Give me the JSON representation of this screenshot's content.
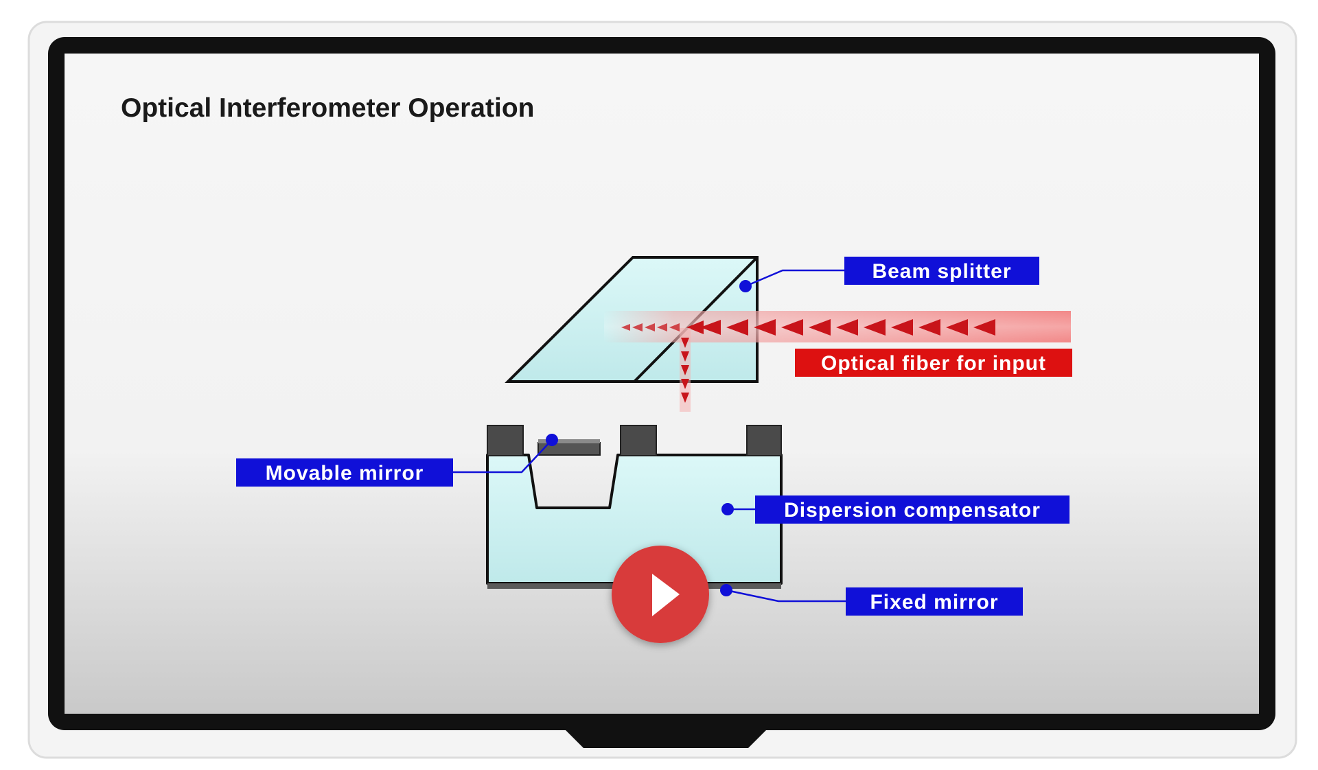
{
  "slide": {
    "title": "Optical Interferometer Operation"
  },
  "labels": {
    "beam_splitter": "Beam splitter",
    "optical_fiber": "Optical fiber for input",
    "movable_mirror": "Movable mirror",
    "dispersion_compensator": "Dispersion compensator",
    "fixed_mirror": "Fixed mirror"
  },
  "colors": {
    "label_blue": "#1010d8",
    "label_red": "#dd1111",
    "glass": "#cff3f3",
    "beam_red": "#d21c1c",
    "play_red": "#d83a3a",
    "frame": "#111111",
    "bezel": "#f2f2f2"
  },
  "controls": {
    "play_icon": "play-icon"
  }
}
